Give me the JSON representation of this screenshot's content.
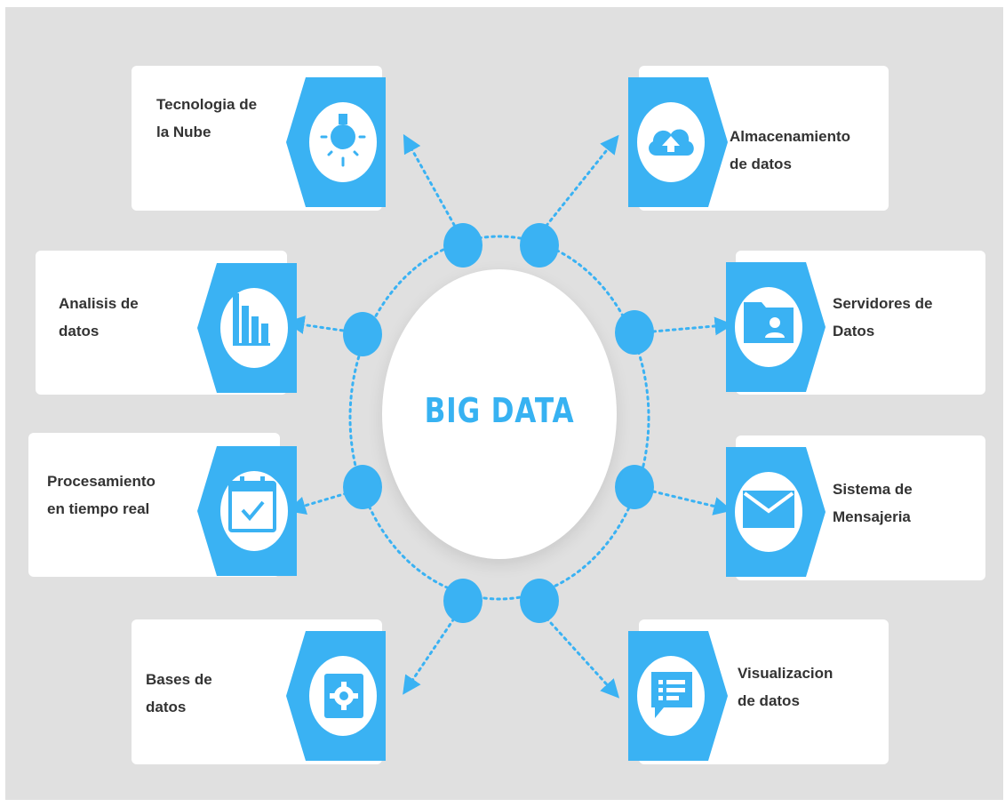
{
  "colors": {
    "accent": "#3ab2f3",
    "background": "#e0e0e0",
    "card": "#ffffff",
    "text": "#333333"
  },
  "center": {
    "title": "BIG DATA"
  },
  "items": [
    {
      "id": "cloud",
      "label": "Tecnologia de\nla Nube",
      "icon": "lightbulb-icon"
    },
    {
      "id": "storage",
      "label": "Almacenamiento\nde datos",
      "icon": "cloud-upload-icon"
    },
    {
      "id": "analysis",
      "label": "Analisis de\ndatos",
      "icon": "bar-chart-icon"
    },
    {
      "id": "servers",
      "label": "Servidores de\nDatos",
      "icon": "user-folder-icon"
    },
    {
      "id": "realtime",
      "label": "Procesamiento\nen tiempo real",
      "icon": "calendar-check-icon"
    },
    {
      "id": "messaging",
      "label": "Sistema de\nMensajeria",
      "icon": "envelope-icon"
    },
    {
      "id": "databases",
      "label": "Bases de\ndatos",
      "icon": "gear-icon"
    },
    {
      "id": "visualization",
      "label": "Visualizacion\nde datos",
      "icon": "chat-list-icon"
    }
  ]
}
